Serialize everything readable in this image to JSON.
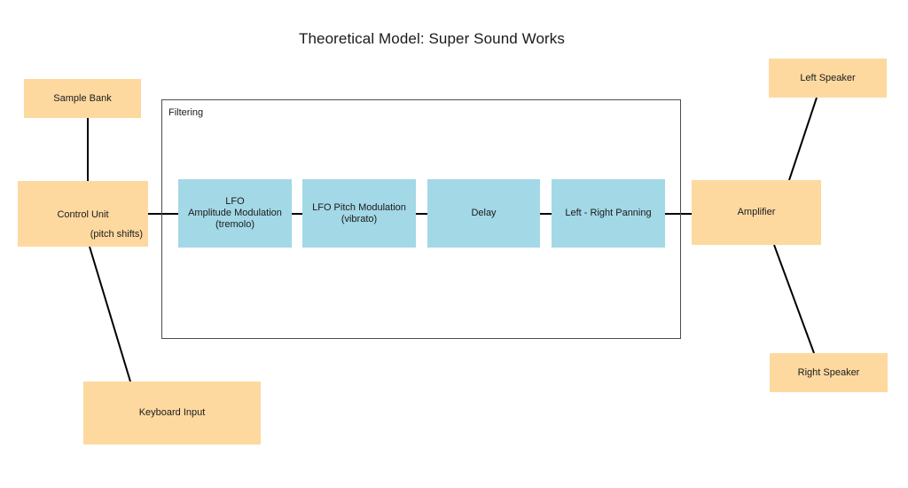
{
  "title": "Theoretical Model: Super Sound Works",
  "filter_group": {
    "label": "Filtering"
  },
  "nodes": {
    "sample_bank": {
      "label": "Sample Bank"
    },
    "control_unit": {
      "label": "Control Unit",
      "sublabel": "(pitch shifts)"
    },
    "keyboard_input": {
      "label": "Keyboard Input"
    },
    "lfo_amp": {
      "line1": "LFO",
      "line2": "Amplitude Modulation",
      "line3": "(tremolo)"
    },
    "lfo_pitch": {
      "line1": "LFO Pitch Modulation",
      "line2": "(vibrato)"
    },
    "delay": {
      "label": "Delay"
    },
    "panning": {
      "label": "Left - Right Panning"
    },
    "amplifier": {
      "label": "Amplifier"
    },
    "left_speaker": {
      "label": "Left Speaker"
    },
    "right_speaker": {
      "label": "Right Speaker"
    }
  },
  "colors": {
    "io_box": "#fdd9a0",
    "filter_box": "#a3d8e6",
    "line": "#000000",
    "frame": "#4d4d4d"
  }
}
